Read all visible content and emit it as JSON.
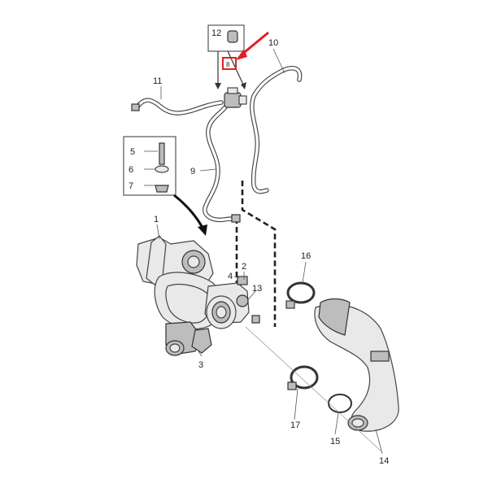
{
  "diagram": {
    "callouts": {
      "c1": "1",
      "c2": "2",
      "c3": "3",
      "c4": "4",
      "c5": "5",
      "c6": "6",
      "c7": "7",
      "c8": "8",
      "c9": "9",
      "c10": "10",
      "c11": "11",
      "c12": "12",
      "c13": "13",
      "c14": "14",
      "c15": "15",
      "c16": "16",
      "c17": "17"
    },
    "highlight_color": "#e31e24",
    "arrow_color": "#e31e24",
    "icons": [
      "red-arrow-icon",
      "highlight-box-icon"
    ]
  }
}
